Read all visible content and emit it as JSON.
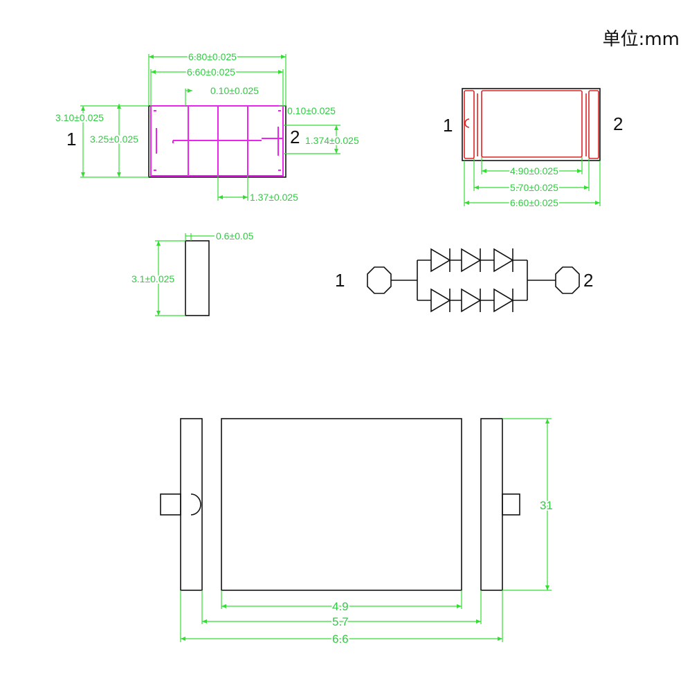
{
  "unit_label": "单位:mm",
  "top_view": {
    "pin_left": "1",
    "pin_right": "2",
    "dims": {
      "overall_width": "6.80±0.025",
      "body_width": "6.60±0.025",
      "offset_top": "0.10±0.025",
      "offset_right": "0.10±0.025",
      "height_outer": "3.10±0.025",
      "height_inner": "3.25±0.025",
      "pad_height": "1.374±0.025",
      "cell_width": "1.37±0.025"
    }
  },
  "bottom_view": {
    "pin_left": "1",
    "pin_right": "2",
    "dims": {
      "inner": "4.90±0.025",
      "middle": "5.70±0.025",
      "outer": "6.60±0.025"
    }
  },
  "side_view": {
    "dims": {
      "thickness": "0.6±0.05",
      "height": "3.1±0.025"
    }
  },
  "schematic": {
    "pin_left": "1",
    "pin_right": "2"
  },
  "large_view": {
    "dims": {
      "inner": "4.9",
      "middle": "5.7",
      "outer": "6.6",
      "height": "31"
    }
  }
}
